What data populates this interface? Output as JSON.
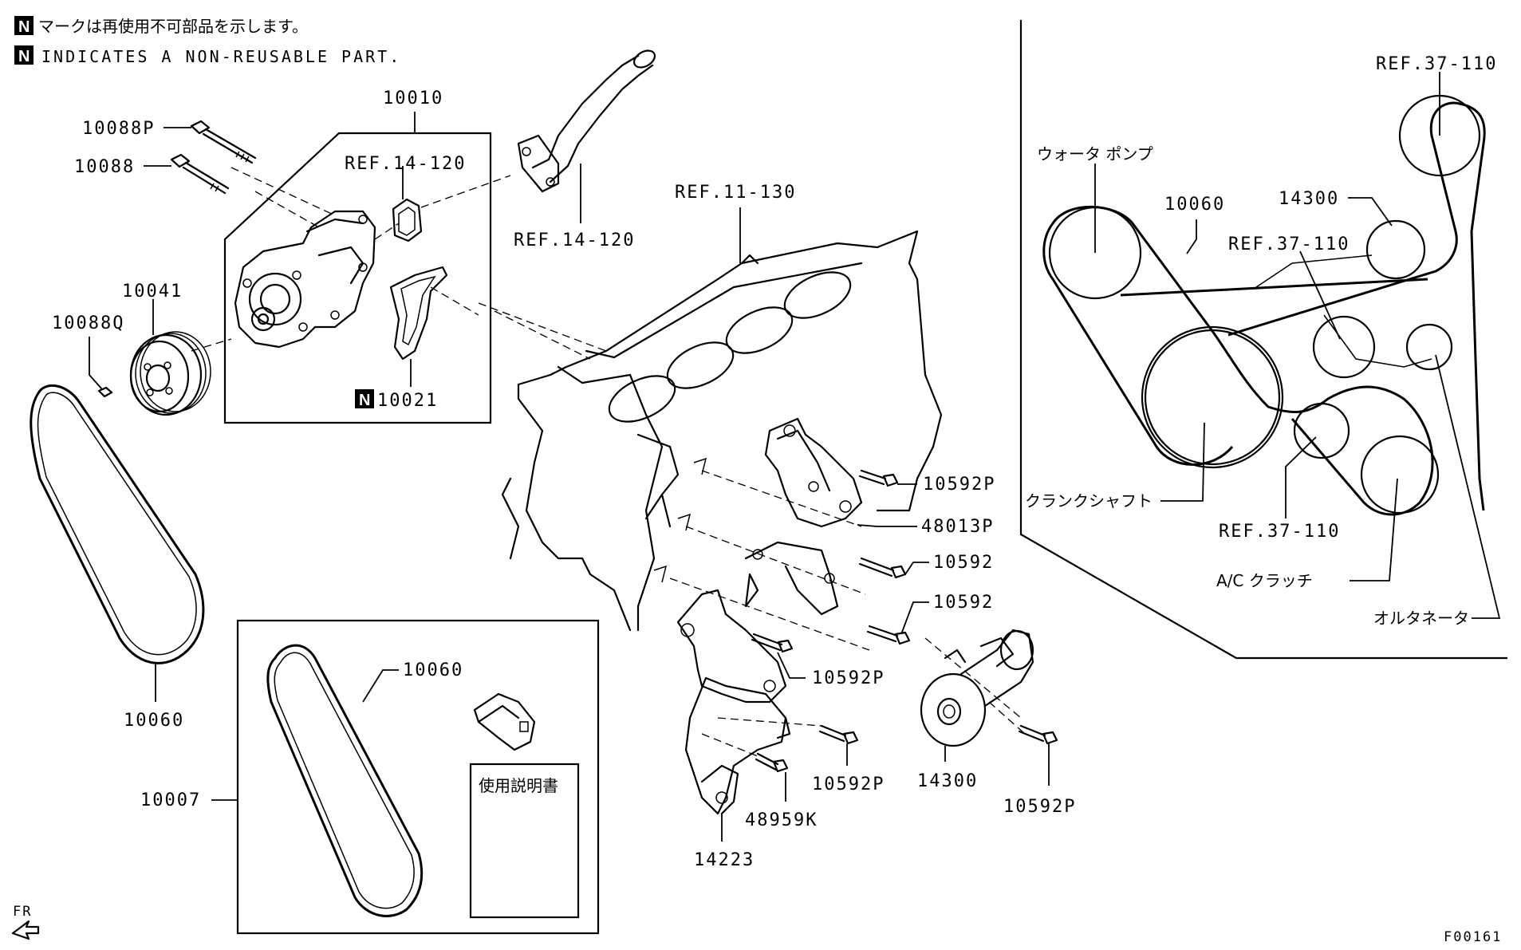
{
  "header": {
    "notice_jp": "マークは再使用不可部品を示します。",
    "notice_en": "INDICATES A NON-REUSABLE PART.",
    "n_symbol": "N"
  },
  "parts": {
    "p10010": "10010",
    "p10088P": "10088P",
    "p10088": "10088",
    "ref14_120_gasket": "REF.14-120",
    "ref14_120_pipe": "REF.14-120",
    "p10041": "10041",
    "p10088Q": "10088Q",
    "p10021": "10021",
    "p10060_left": "10060",
    "ref11_130": "REF.11-130",
    "p10592P_top": "10592P",
    "p48013P": "48013P",
    "p10592_a": "10592",
    "p10592_b": "10592",
    "p10592P_mid": "10592P",
    "p10592P_low": "10592P",
    "p48959K": "48959K",
    "p14223": "14223",
    "p14300": "14300",
    "p10592P_right": "10592P",
    "p10007": "10007",
    "p10060_kit": "10060",
    "manual": "使用説明書"
  },
  "belt_layout": {
    "ref37_110_top": "REF.37-110",
    "water_pump_jp": "ウォータ ポンプ",
    "p10060": "10060",
    "p14300": "14300",
    "ref37_110_mid": "REF.37-110",
    "ref37_110_low": "REF.37-110",
    "crankshaft_jp": "クランクシャフト",
    "ac_clutch_jp": "A/C クラッチ",
    "alternator_jp": "オルタネータ"
  },
  "footer": {
    "fr": "FR",
    "figure_id": "F00161"
  }
}
